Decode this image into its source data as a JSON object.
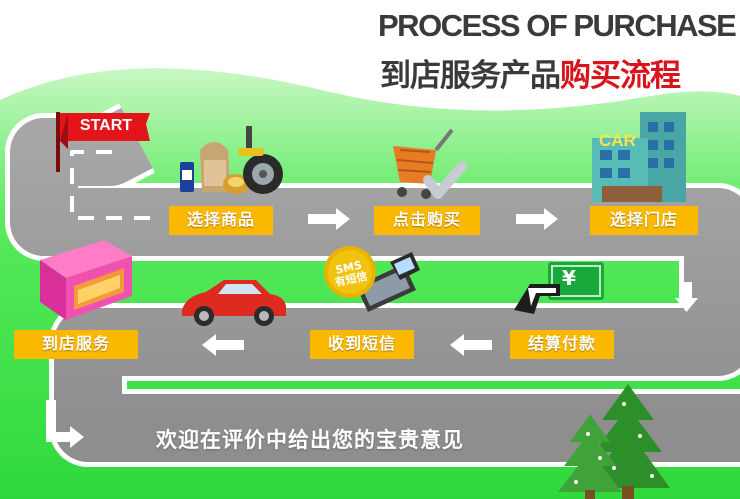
{
  "header": {
    "title_en": "PROCESS OF PURCHASE",
    "title_cn_prefix": "到店服务产品",
    "title_cn_highlight": "购买流程"
  },
  "start_flag": {
    "label": "START"
  },
  "steps": [
    {
      "label": "选择商品"
    },
    {
      "label": "点击购买"
    },
    {
      "label": "选择门店"
    },
    {
      "label": "结算付款"
    },
    {
      "label": "收到短信"
    },
    {
      "label": "到店服务"
    }
  ],
  "icons": {
    "car_sign": "CAR",
    "sms_badge_line1": "SMS",
    "sms_badge_line2": "有短信",
    "payment_symbol": "¥"
  },
  "footer": {
    "message": "欢迎在评价中给出您的宝贵意见"
  },
  "colors": {
    "road": "#9a9a9a",
    "road_edge": "#ffffff",
    "step_label": "#fbb800",
    "grass": "#33e14a",
    "flag": "#e3141a",
    "title_highlight": "#d9141c"
  }
}
